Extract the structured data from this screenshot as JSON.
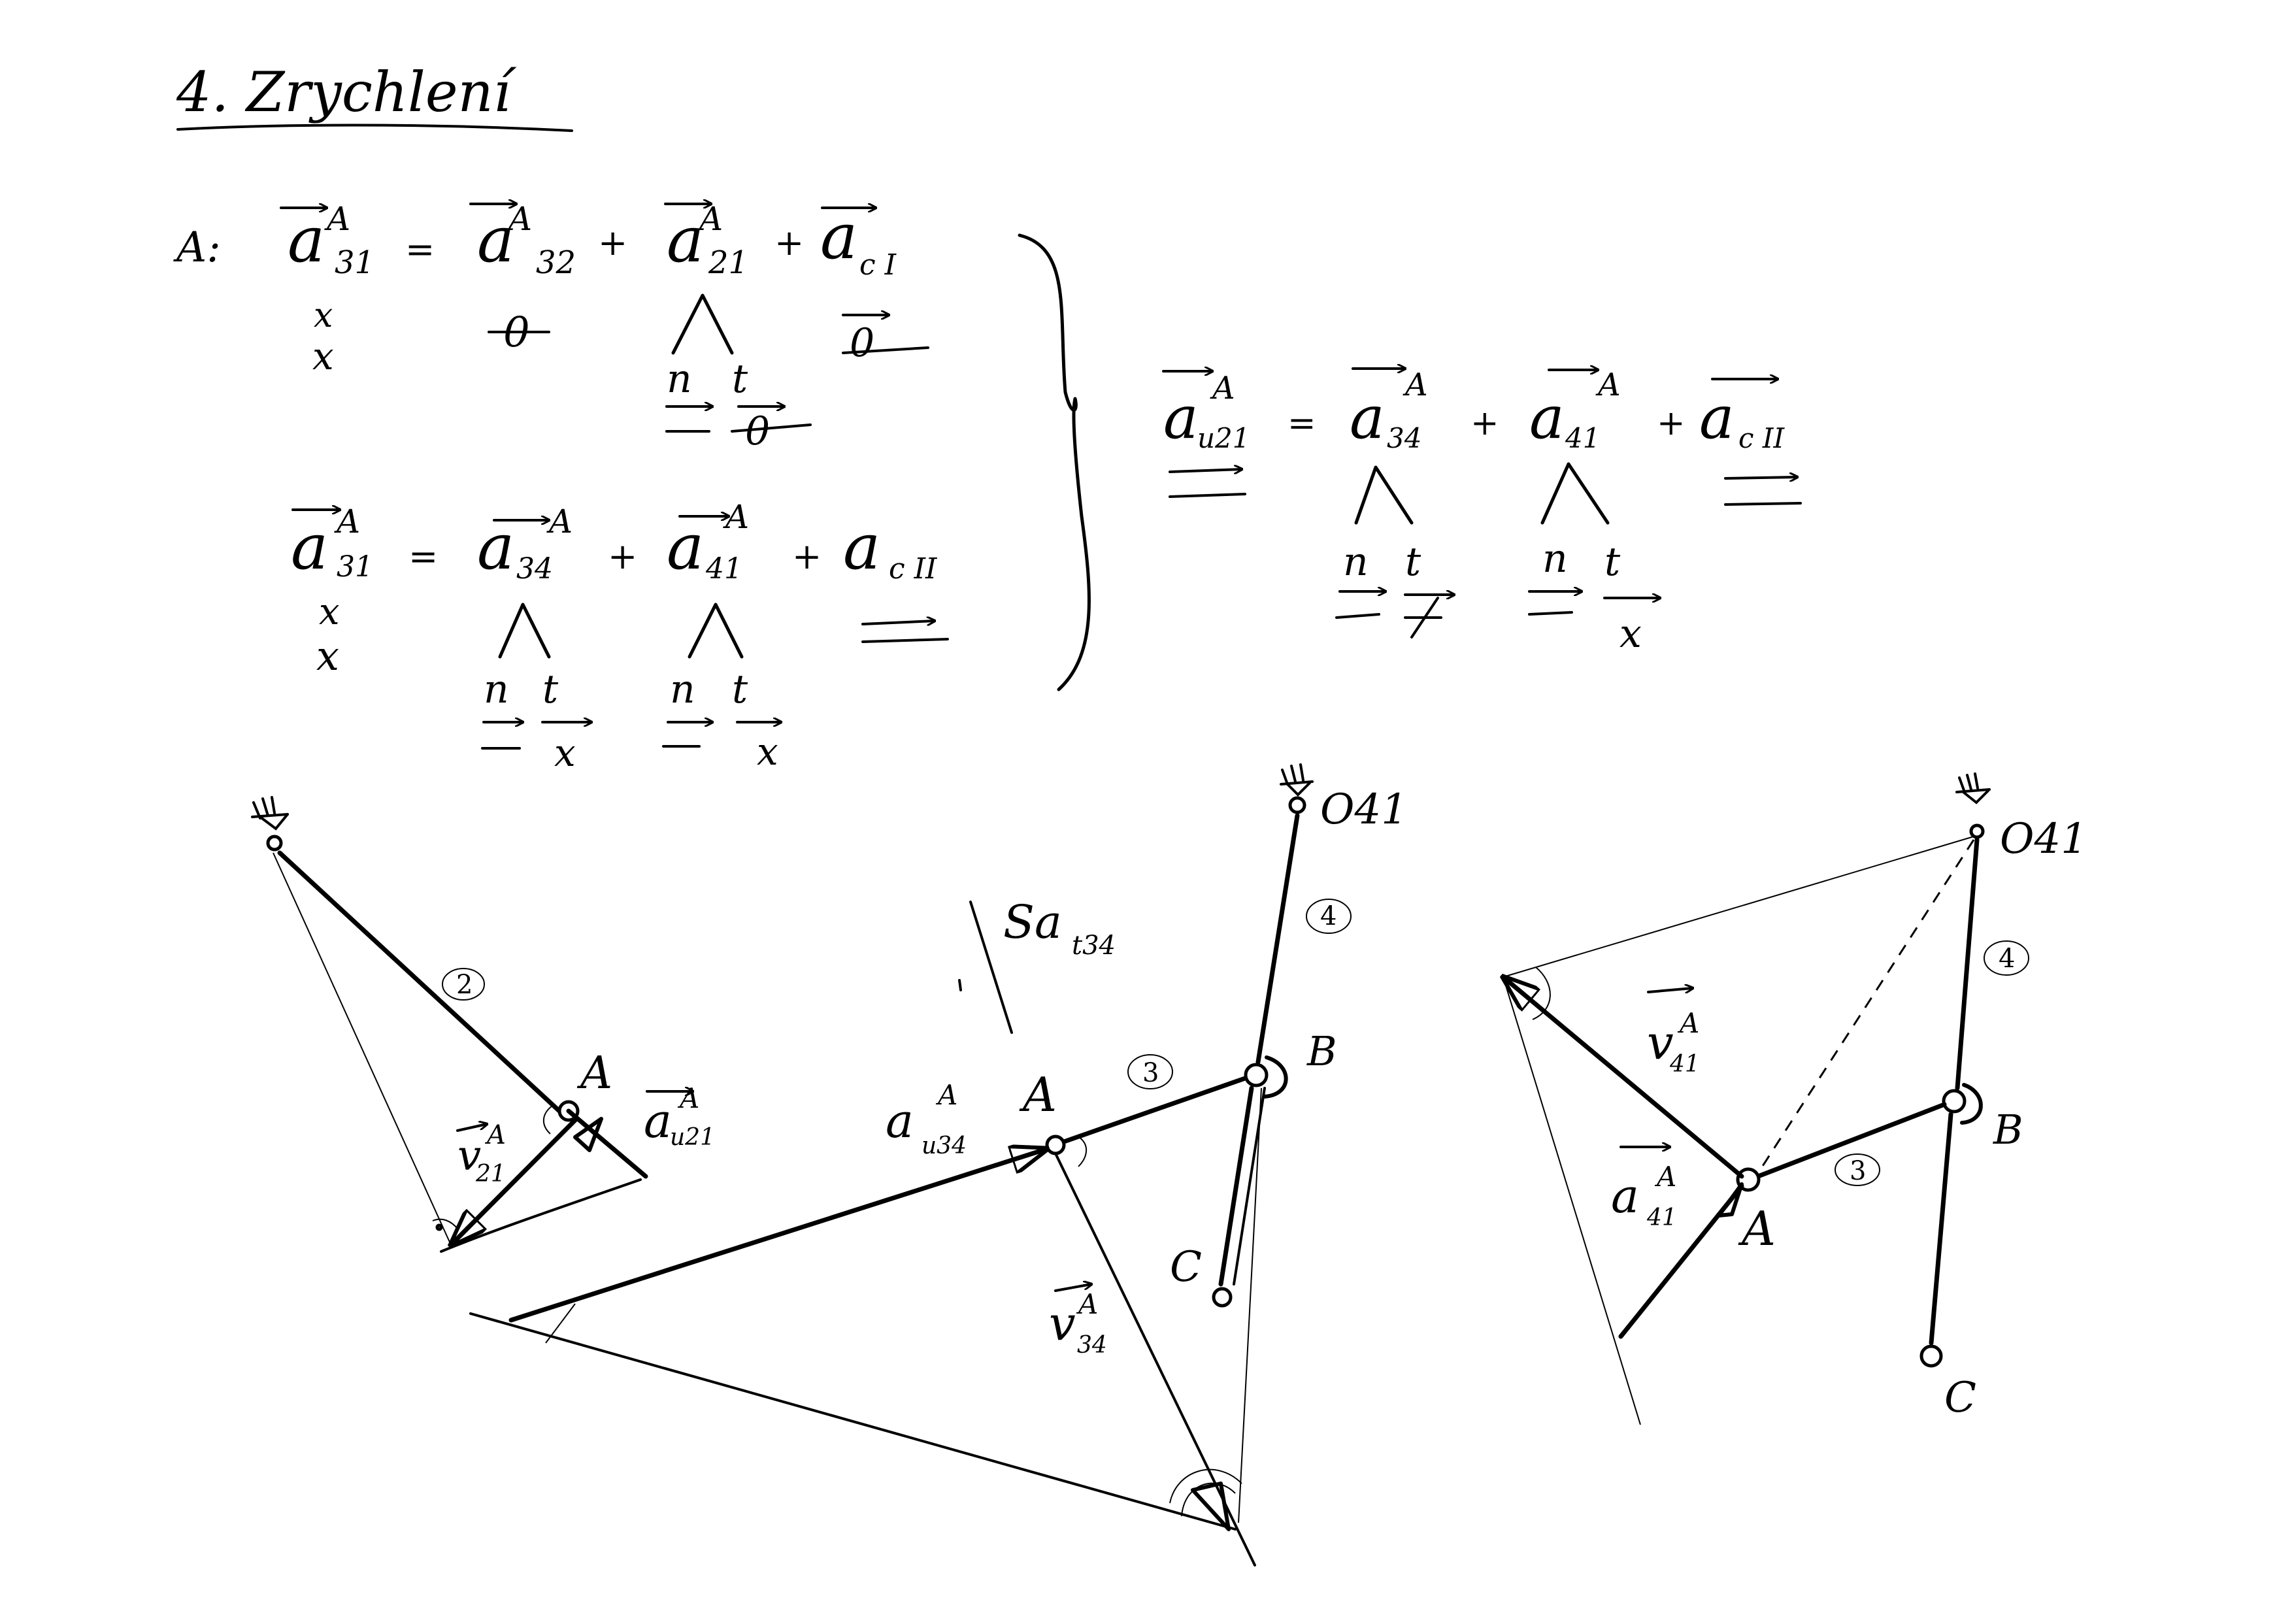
{
  "title": "4. Zrychlení",
  "colors": {
    "ink": "#000000",
    "paper": "#ffffff"
  },
  "eq1": {
    "lhs": "a",
    "lhs_sub": "31",
    "lhs_sup": "A",
    "point": "A:",
    "eq": "=",
    "t1": "a",
    "t1_sub": "32",
    "t1_sup": "A",
    "plus": "+",
    "t2": "a",
    "t2_sub": "21",
    "t2_sup": "A",
    "t3": "a",
    "t3_sub": "c I",
    "m_lhs": "x",
    "m_lhs2": "x",
    "m_t1": "0",
    "m_n": "n",
    "m_t": "t"
  },
  "eq2": {
    "lhs": "a",
    "lhs_sub": "31",
    "lhs_sup": "A",
    "eq": "=",
    "t1": "a",
    "t1_sub": "34",
    "t1_sup": "A",
    "plus": "+",
    "t2": "a",
    "t2_sub": "41",
    "t2_sup": "A",
    "t3": "a",
    "t3_sub": "c II",
    "m_x": "x",
    "m_n": "n",
    "m_t": "t"
  },
  "eq3": {
    "lhs": "a",
    "lhs_sub": "u21",
    "lhs_sup": "A",
    "eq": "=",
    "t1": "a",
    "t1_sub": "34",
    "t1_sup": "A",
    "plus": "+",
    "t2": "a",
    "t2_sub": "41",
    "t2_sup": "A",
    "t3": "a",
    "t3_sub": "c II",
    "m_n": "n",
    "m_t": "t",
    "m_x": "x"
  },
  "diagram1": {
    "link_label": "2",
    "point_A": "A",
    "v_label": "v",
    "v_sub": "21",
    "v_sup": "A",
    "a_label": "a",
    "a_sub": "u21",
    "a_sup": "A"
  },
  "diagram2": {
    "o_label": "O41",
    "link4": "4",
    "link3": "3",
    "point_A": "A",
    "point_B": "B",
    "point_C": "C",
    "s_label": "Sa",
    "s_sub": "t34",
    "a_label": "a",
    "a_sub": "u34",
    "a_sup": "A",
    "v_label": "v",
    "v_sub": "34",
    "v_sup": "A"
  },
  "diagram3": {
    "o_label": "O41",
    "link4": "4",
    "link3": "3",
    "point_A": "A",
    "point_B": "B",
    "point_C": "C",
    "v_label": "v",
    "v_sub": "41",
    "v_sup": "A",
    "a_label": "a",
    "a_sub": "41",
    "a_sup": "A"
  }
}
